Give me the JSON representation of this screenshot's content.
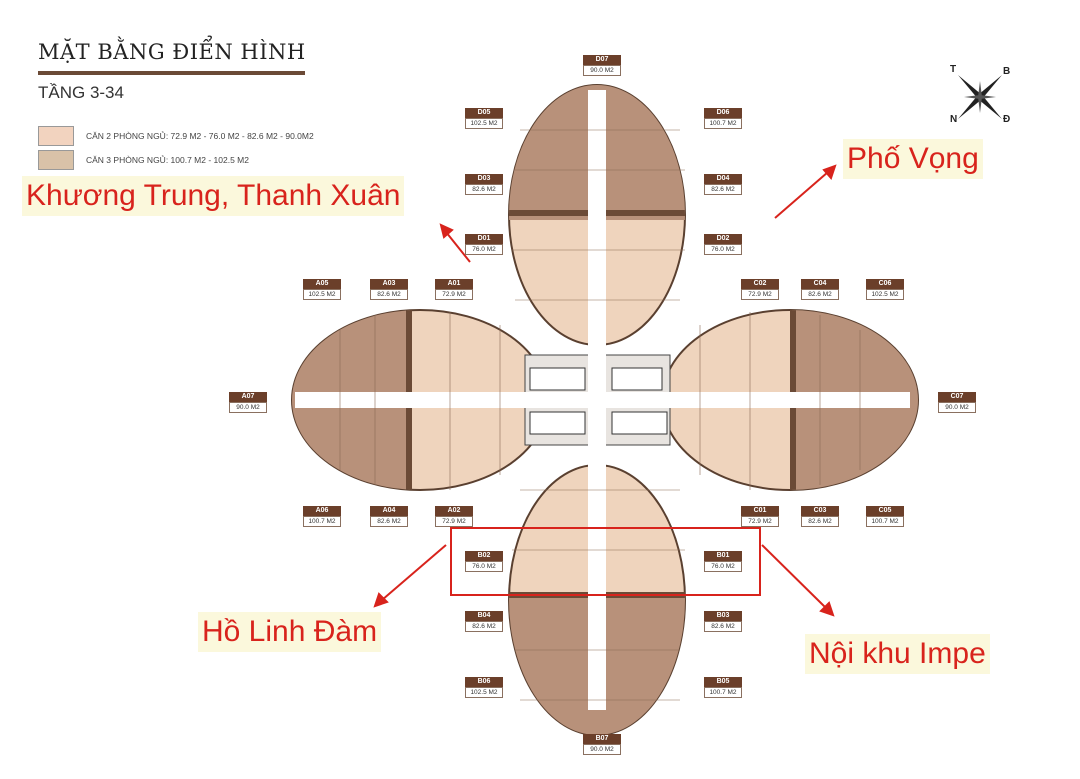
{
  "header": {
    "title": "MẶT BẰNG ĐIỂN HÌNH",
    "subtitle": "TẦNG 3-34"
  },
  "legend": [
    {
      "label": "CĂN 2 PHÒNG NGỦ: 72.9 M2 - 76.0 M2 - 82.6 M2 - 90.0M2",
      "color": "#f2d3bf"
    },
    {
      "label": "CĂN 3 PHÒNG NGỦ: 100.7 M2 - 102.5 M2",
      "color": "#d9c2a8"
    }
  ],
  "compass": {
    "top_left": "T",
    "top_right": "B",
    "bottom_left": "N",
    "bottom_right": "Đ"
  },
  "annotations": {
    "northwest": "Khương Trung, Thanh Xuân",
    "northeast": "Phố Vọng",
    "southwest": "Hồ Linh Đàm",
    "southeast": "Nội khu Impe",
    "color": "#d8231c"
  },
  "units": [
    {
      "code": "D07",
      "area": "90.0 M2"
    },
    {
      "code": "D05",
      "area": "102.5 M2"
    },
    {
      "code": "D06",
      "area": "100.7 M2"
    },
    {
      "code": "D03",
      "area": "82.6 M2"
    },
    {
      "code": "D04",
      "area": "82.6 M2"
    },
    {
      "code": "D01",
      "area": "76.0 M2"
    },
    {
      "code": "D02",
      "area": "76.0 M2"
    },
    {
      "code": "A05",
      "area": "102.5 M2"
    },
    {
      "code": "A03",
      "area": "82.6 M2"
    },
    {
      "code": "A01",
      "area": "72.9 M2"
    },
    {
      "code": "C02",
      "area": "72.9 M2"
    },
    {
      "code": "C04",
      "area": "82.6 M2"
    },
    {
      "code": "C06",
      "area": "102.5 M2"
    },
    {
      "code": "A07",
      "area": "90.0 M2"
    },
    {
      "code": "C07",
      "area": "90.0 M2"
    },
    {
      "code": "A06",
      "area": "100.7 M2"
    },
    {
      "code": "A04",
      "area": "82.6 M2"
    },
    {
      "code": "A02",
      "area": "72.9 M2"
    },
    {
      "code": "C01",
      "area": "72.9 M2"
    },
    {
      "code": "C03",
      "area": "82.6 M2"
    },
    {
      "code": "C05",
      "area": "100.7 M2"
    },
    {
      "code": "B02",
      "area": "76.0 M2"
    },
    {
      "code": "B01",
      "area": "76.0 M2"
    },
    {
      "code": "B04",
      "area": "82.6 M2"
    },
    {
      "code": "B03",
      "area": "82.6 M2"
    },
    {
      "code": "B06",
      "area": "102.5 M2"
    },
    {
      "code": "B05",
      "area": "100.7 M2"
    },
    {
      "code": "B07",
      "area": "90.0 M2"
    }
  ]
}
